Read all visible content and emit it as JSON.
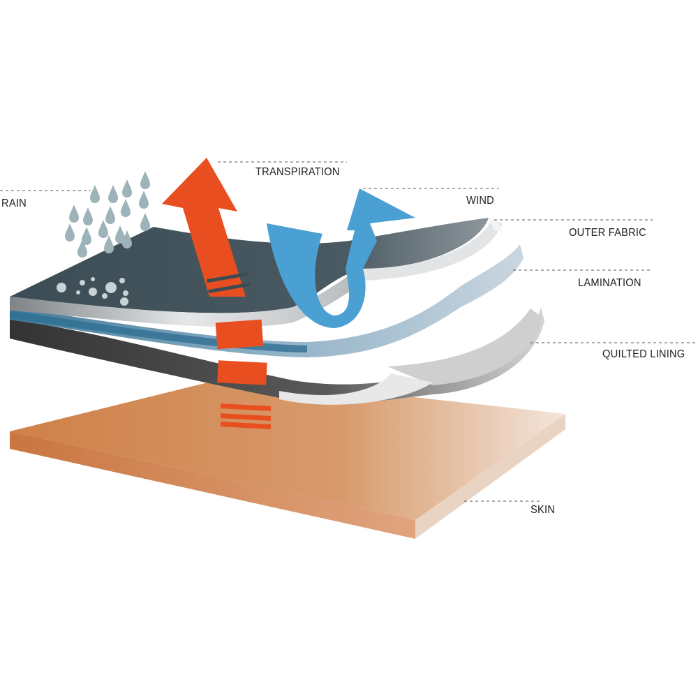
{
  "labels": {
    "rain": "RAIN",
    "transpiration": "TRANSPIRATION",
    "wind": "WIND",
    "outer_fabric": "OUTER FABRIC",
    "lamination": "LAMINATION",
    "quilted_lining": "QUILTED LINING",
    "skin": "SKIN"
  },
  "colors": {
    "transpiration_arrow": "#e84e1f",
    "wind_arrow": "#4a9fd3",
    "outer_fabric": "#3d4f58",
    "lamination": "#4a7fa0",
    "quilted_lining": "#3a3a3a",
    "skin": "#d0824a",
    "raindrop": "#9db3b9"
  }
}
